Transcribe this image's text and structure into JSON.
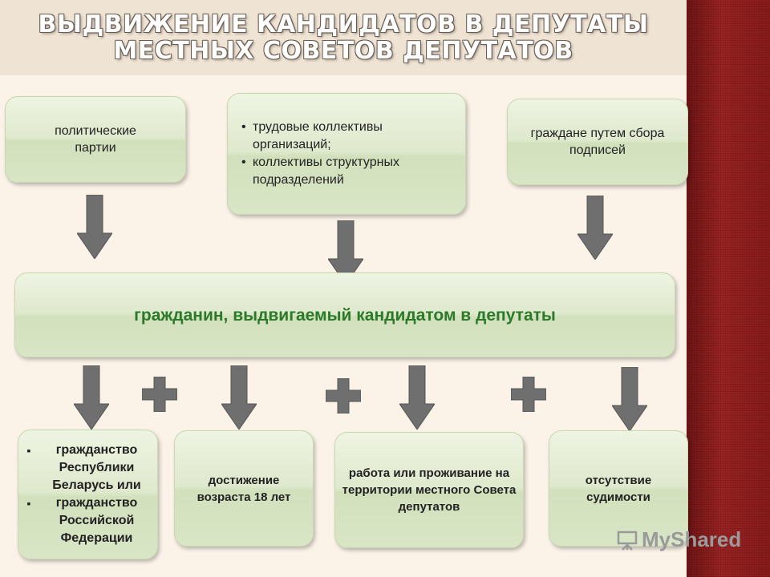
{
  "title": {
    "line1": "ВЫДВИЖЕНИЕ КАНДИДАТОВ В ДЕПУТАТЫ",
    "line2": "МЕСТНЫХ СОВЕТОВ ДЕПУТАТОВ"
  },
  "sources": {
    "parties": "политические партии",
    "collectives": [
      "трудовые коллективы организаций;",
      "коллективы структурных подразделений"
    ],
    "citizens": "граждане путем сбора подписей"
  },
  "center": "гражданин, выдвигаемый кандидатом в депутаты",
  "requirements": {
    "citizenship": [
      "гражданство Республики Беларусь или",
      "гражданство Российской Федерации"
    ],
    "age": "достижение возраста 18 лет",
    "residence": "работа или проживание на территории местного Совета депутатов",
    "record": "отсутствие судимости"
  },
  "watermark": "MyShared",
  "colors": {
    "box_fill": "#dfe9cd",
    "center_text": "#2a7a2a",
    "arrow": "#6f6f6f",
    "plus": "#6f6f6f",
    "side_panel": "#8a1b1b"
  }
}
